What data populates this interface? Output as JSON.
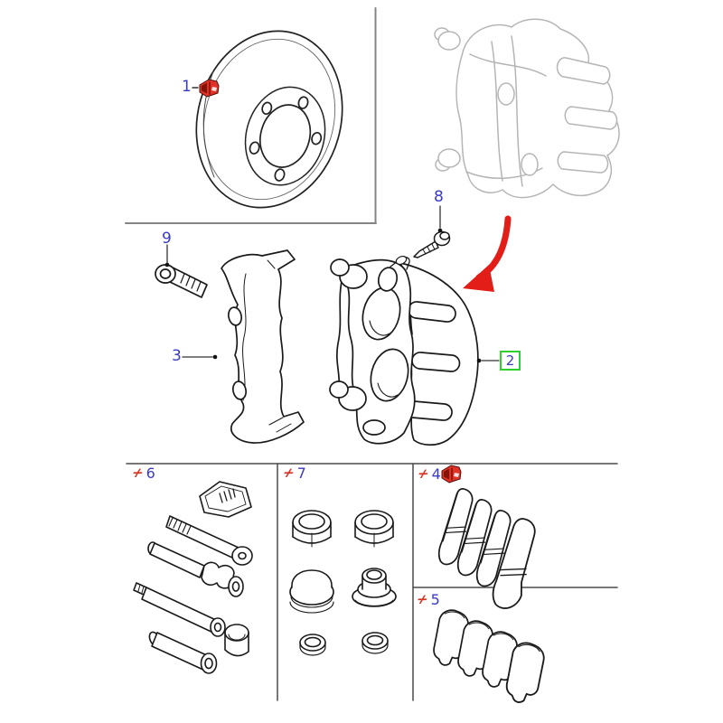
{
  "colors": {
    "label_blue": "#3a3ac8",
    "footnote_red": "#d63425",
    "highlight_green": "#2fd12f",
    "arrow_red": "#e31e18",
    "sensor_red": "#e23127",
    "line_black": "#1a1a1a",
    "reference_gray": "#b5b5b5",
    "frame_gray": "#848484"
  },
  "callouts": {
    "sensor": {
      "label": "1"
    },
    "caliper": {
      "label": "2",
      "highlighted": true
    },
    "carrier_bracket": {
      "label": "3"
    },
    "brake_pads_kit_a": {
      "label": "4"
    },
    "brake_pads_kit_b": {
      "label": "5"
    },
    "guide_pin_kit": {
      "label": "6"
    },
    "seal_repair_kit": {
      "label": "7"
    },
    "bleed_screw": {
      "label": "8"
    },
    "mounting_bolt": {
      "label": "9"
    }
  },
  "footnote_marker": "+"
}
